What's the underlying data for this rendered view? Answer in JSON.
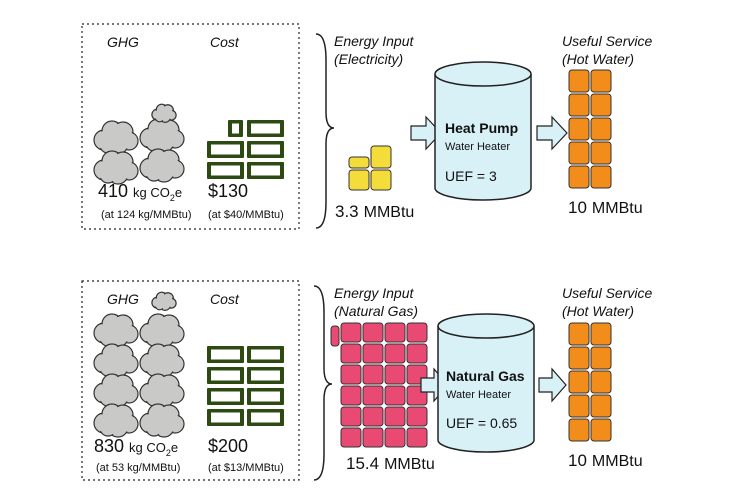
{
  "colors": {
    "cloud": "#c9cac7",
    "cash_fill": "#ffffff",
    "cash_border": "#2d4a12",
    "electric": "#f4dc3b",
    "gas": "#e84a73",
    "hot_water": "#f28c1b",
    "tank": "#d8f1f6",
    "arrow": "#d8f1f6"
  },
  "icons": {
    "emission": "cloud-icon",
    "cost": "cash-bill-icon",
    "energy_unit": "energy-block-icon",
    "flow": "right-arrow-icon",
    "appliance": "tank-icon",
    "bracket": "curly-brace-icon"
  },
  "scenarios": [
    {
      "ghg_header": "GHG",
      "cost_header": "Cost",
      "ghg_number": "410",
      "ghg_unit_pre": "kg CO",
      "ghg_unit_sub": "2",
      "ghg_unit_post": "e",
      "ghg_rate": "(at 124 kg/MMBtu)",
      "cost_value": "$130",
      "cost_rate": "(at $40/MMBtu)",
      "input_title_1": "Energy Input",
      "input_title_2": "(Electricity)",
      "input_value": "3.3",
      "input_unit": "MMBtu",
      "heater_name": "Heat Pump",
      "heater_sub": "Water Heater",
      "uef": "UEF = 3",
      "output_title_1": "Useful Service",
      "output_title_2": "(Hot Water)",
      "output_value": "10",
      "output_unit": "MMBtu"
    },
    {
      "ghg_header": "GHG",
      "cost_header": "Cost",
      "ghg_number": "830",
      "ghg_unit_pre": "kg CO",
      "ghg_unit_sub": "2",
      "ghg_unit_post": "e",
      "ghg_rate": "(at 53 kg/MMBtu)",
      "cost_value": "$200",
      "cost_rate": "(at $13/MMBtu)",
      "input_title_1": "Energy Input",
      "input_title_2": "(Natural Gas)",
      "input_value": "15.4",
      "input_unit": "MMBtu",
      "heater_name": "Natural Gas",
      "heater_sub": "Water Heater",
      "uef": "UEF = 0.65",
      "output_title_1": "Useful Service",
      "output_title_2": "(Hot Water)",
      "output_value": "10",
      "output_unit": "MMBtu"
    }
  ]
}
